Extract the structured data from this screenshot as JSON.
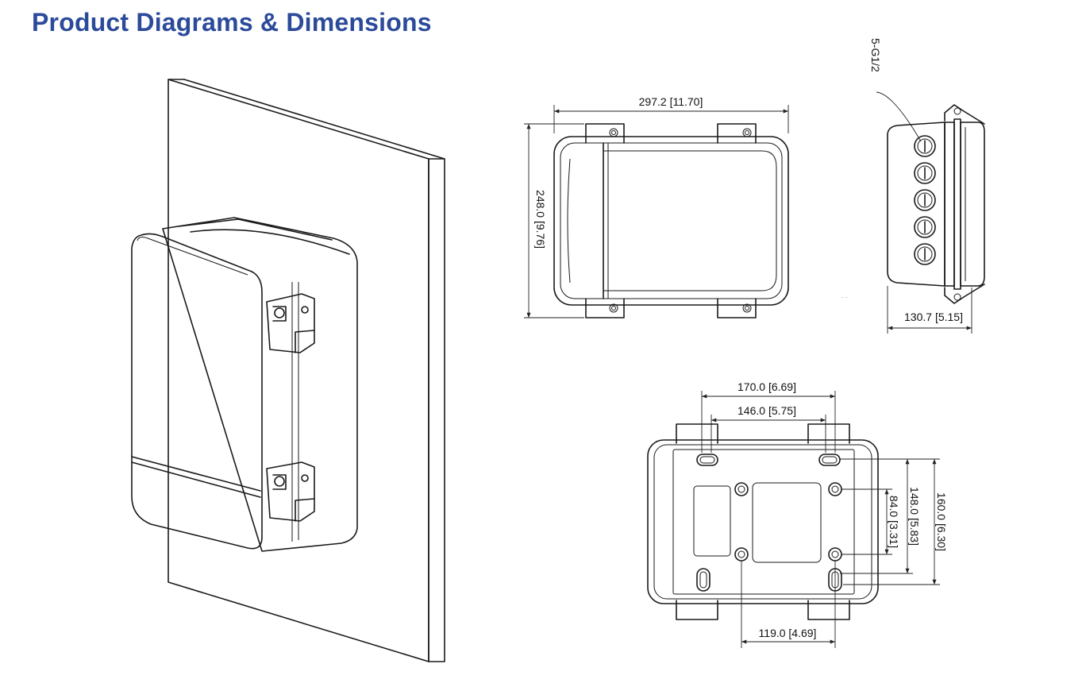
{
  "page": {
    "title": "Product Diagrams & Dimensions",
    "accent_color": "#2b4a9a"
  },
  "dimensions": {
    "top_width": "297.2 [11.70]",
    "top_height": "248.0 [9.76]",
    "side_thread": "5-G1/2",
    "side_depth": "130.7 [5.15]",
    "rear_outer_width": "170.0 [6.69]",
    "rear_inner_width": "146.0 [5.75]",
    "rear_bottom_width": "119.0 [4.69]",
    "rear_height_small": "84.0 [3.31]",
    "rear_height_mid": "148.0 [5.83]",
    "rear_height_large": "160.0 [6.30]"
  }
}
